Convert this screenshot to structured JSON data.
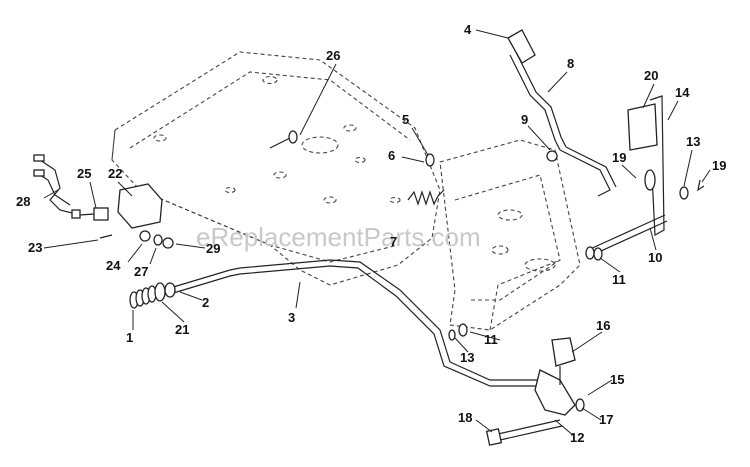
{
  "watermark": "eReplacementParts.com",
  "callouts": [
    "1",
    "2",
    "3",
    "4",
    "5",
    "6",
    "7",
    "8",
    "9",
    "10",
    "11",
    "11",
    "12",
    "13",
    "13",
    "14",
    "15",
    "16",
    "17",
    "18",
    "19",
    "19",
    "20",
    "21",
    "22",
    "23",
    "24",
    "25",
    "26",
    "27",
    "28",
    "29"
  ]
}
